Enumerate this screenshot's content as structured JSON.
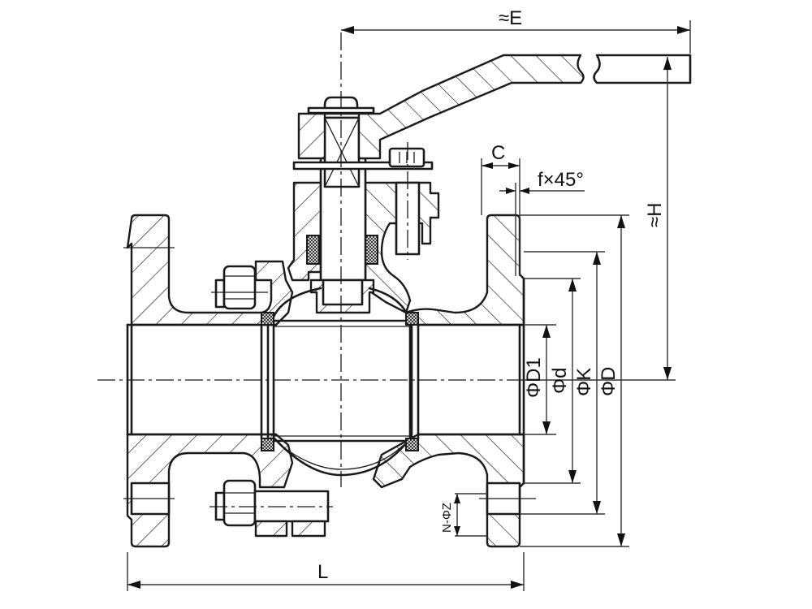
{
  "diagram": {
    "title": "Flanged ball valve – sectional dimension drawing",
    "colors": {
      "line": "#1a1a1a",
      "background": "#ffffff"
    },
    "dimensions": {
      "E": "≈E",
      "H": "≈H",
      "C": "C",
      "chamfer": "f×45°",
      "D1": "ΦD1",
      "d": "Φd",
      "K": "ΦK",
      "D": "ΦD",
      "bolt_holes": "N-ΦZ",
      "L": "L"
    },
    "components": [
      "handle-lever",
      "stem-nut",
      "stem",
      "gland-bolt",
      "stem-packing",
      "body-left",
      "body-right",
      "ball",
      "seat-rings",
      "body-bolts"
    ]
  }
}
